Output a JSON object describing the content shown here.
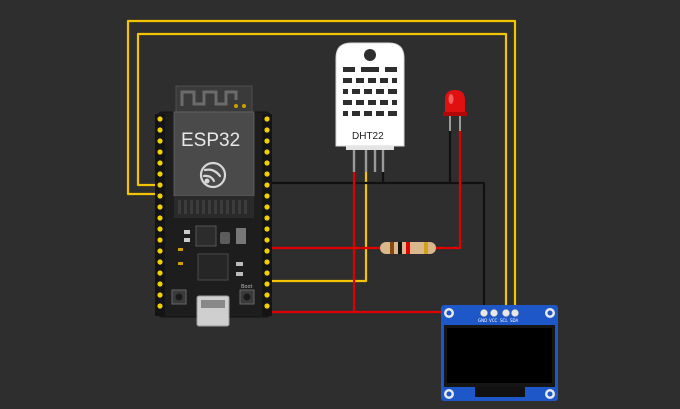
{
  "board": {
    "label": "ESP32",
    "sub_label": "Boot"
  },
  "sensor": {
    "label": "DHT22"
  },
  "oled": {
    "pins": [
      "GND",
      "VCC",
      "SCL",
      "SDA"
    ]
  },
  "colors": {
    "background": "#2e2e2e",
    "wire_yellow": "#f5c400",
    "wire_red": "#e00000",
    "wire_black": "#111111",
    "board": "#1d1d1d",
    "oled_pcb": "#1e57c8",
    "led": "#e01010"
  }
}
